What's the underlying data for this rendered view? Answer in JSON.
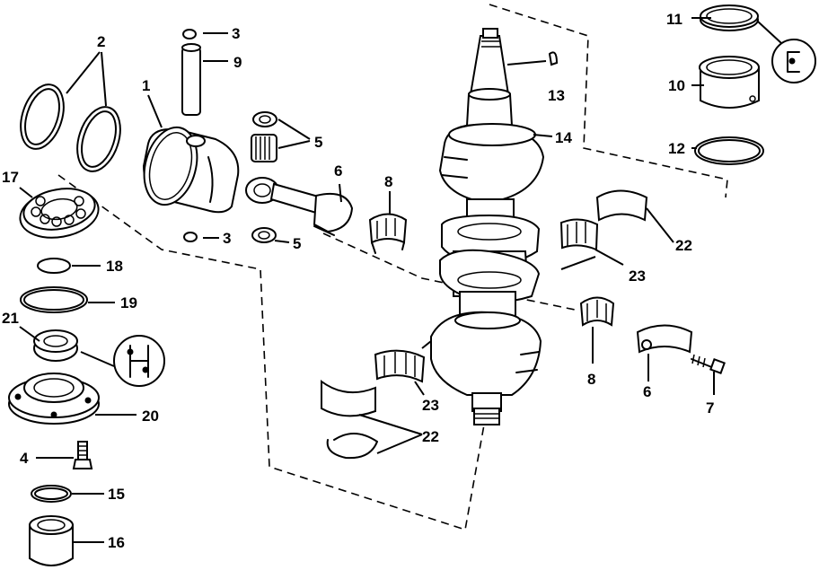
{
  "diagram": {
    "labels": {
      "l1": "1",
      "l2": "2",
      "l3a": "3",
      "l3b": "3",
      "l4": "4",
      "l5a": "5",
      "l5b": "5",
      "l6a": "6",
      "l6b": "6",
      "l7": "7",
      "l8a": "8",
      "l8b": "8",
      "l9": "9",
      "l10": "10",
      "l11": "11",
      "l12": "12",
      "l13": "13",
      "l14": "14",
      "l15": "15",
      "l16": "16",
      "l17": "17",
      "l18": "18",
      "l19": "19",
      "l20": "20",
      "l21": "21",
      "l22a": "22",
      "l22b": "22",
      "l23a": "23",
      "l23b": "23"
    }
  }
}
